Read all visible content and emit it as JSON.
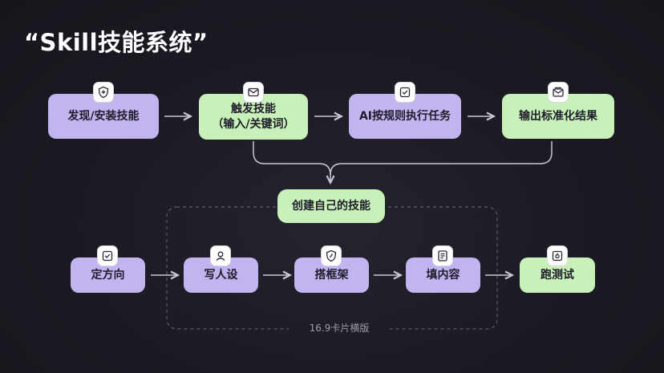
{
  "title": "“Skill技能系统”",
  "top_row": [
    {
      "label": "发现/安装技能",
      "icon": "plus-shield-icon"
    },
    {
      "label_line1": "触发技能",
      "label_line2": "（输入/关键词）",
      "icon": "envelope-icon"
    },
    {
      "label": "AI按规则执行任务",
      "icon": "check-box-icon"
    },
    {
      "label": "输出标准化结果",
      "icon": "mail-open-icon"
    }
  ],
  "center_node": {
    "label": "创建自己的技能"
  },
  "bottom_row": [
    {
      "label": "定方向",
      "icon": "check-box-icon"
    },
    {
      "label": "写人设",
      "icon": "person-icon"
    },
    {
      "label": "搭框架",
      "icon": "brush-shield-icon"
    },
    {
      "label": "填内容",
      "icon": "document-icon"
    },
    {
      "label": "跑测试",
      "icon": "pulse-box-icon"
    }
  ],
  "dashed_caption": "16.9卡片横版",
  "colors": {
    "purple": "#c1b4f0",
    "green": "#c7f1b8",
    "arrow": "#c9c6d6",
    "dashed": "#5e5c6a"
  }
}
